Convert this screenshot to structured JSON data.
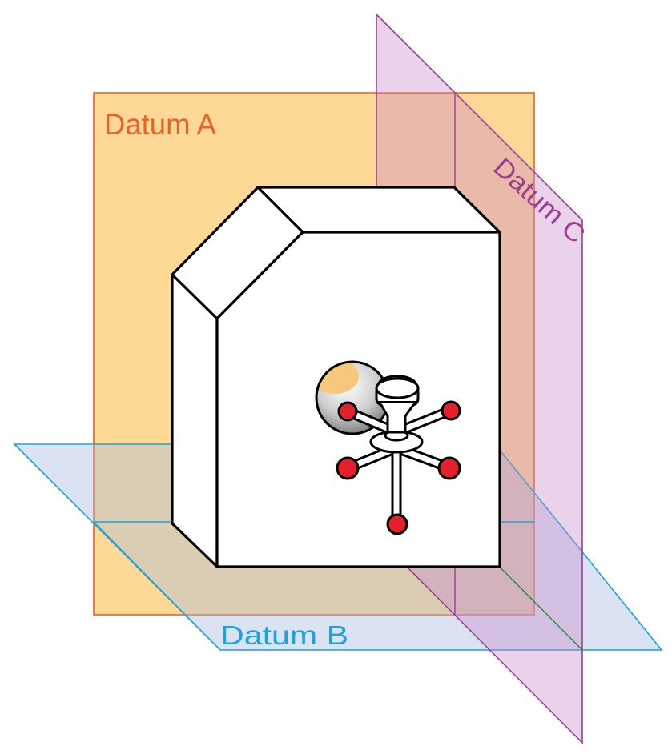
{
  "labels": {
    "datum_a": "Datum A",
    "datum_b": "Datum B",
    "datum_c": "Datum C"
  },
  "colors": {
    "datum_a": "#e8632a",
    "datum_b": "#1aa3dc",
    "datum_c": "#9b3f95",
    "datum_a_fill": "#fdd58a",
    "datum_b_fill": "#c9d6ec",
    "datum_c_fill": "#d7a6d6",
    "probe_tip": "#e4202a",
    "outline": "#000000"
  }
}
